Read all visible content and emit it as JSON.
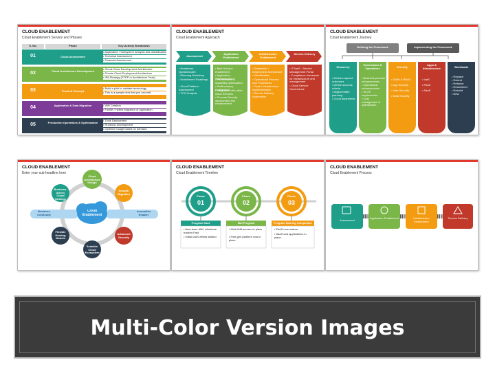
{
  "colors": {
    "teal": "#1f9e89",
    "green": "#7ab648",
    "orange": "#f39c12",
    "crimson": "#c0392b",
    "purple": "#7d3c98",
    "navy": "#2c3e50",
    "gray": "#808080"
  },
  "slide1": {
    "title": "CLOUD ENABLEMENT",
    "subtitle": "Cloud Enablement Service and Phases",
    "headers": [
      "S. No.",
      "Phase",
      "Key Activity Breakdown"
    ],
    "rows": [
      {
        "no": "01",
        "phase": "Cloud Assessment",
        "acts": [
          "Application / Subsystem analysis and classification",
          "Technical Assessment",
          "Financial Assessment"
        ]
      },
      {
        "no": "02",
        "phase": "Cloud Architecture Development",
        "acts": [
          "Cloud-Cloud Development Architecture",
          "Private Cloud Deployment Architecture",
          "IPA Strategy (STEP or Architecture Tools)"
        ]
      },
      {
        "no": "03",
        "phase": "Proof of Concept",
        "acts": [
          "Build a pilot to validate technology",
          "This is a sample text that you can edit"
        ]
      },
      {
        "no": "04",
        "phase": "Application & Data Migration",
        "acts": [
          "VMI Creation",
          "Forklift / Hybrid Migration of application"
        ]
      },
      {
        "no": "05",
        "phase": "Production Operations & Optimization",
        "acts": [
          "Tools Deployment",
          "Runbook Development",
          "Optimize usage based on demand"
        ]
      }
    ]
  },
  "slide2": {
    "title": "CLOUD ENABLEMENT",
    "subtitle": "Cloud Enablement Approach",
    "steps": [
      {
        "label": "Assessment",
        "items": [
          "Readiness Questionnaire",
          "Planning Workshop",
          "Enablement Roadmap",
          "Cloud Platform Assessment",
          "TCO Analysis"
        ]
      },
      {
        "label": "Application Enablement",
        "items": [
          "Best fit cloud enablement",
          "Application Standardization",
          "Performance & scalability optimization",
          "Multi-tenancy enablement",
          "Integration with other cloud Services",
          "Process Security assessment and enhancement"
        ]
      },
      {
        "label": "Infrastructure Enablement",
        "items": [
          "Datacenter / Deployment Architecture",
          "Virtualization",
          "Operational Process and Procedures",
          "Tools / Infrastructure implementation",
          "Service Delivery Automation"
        ]
      },
      {
        "label": "Service Delivery",
        "items": [
          "ITSaaS - Service Management Portal",
          "Compliance framework for infrastructure and management",
          "Cloud Service Governance"
        ]
      }
    ]
  },
  "slide3": {
    "title": "CLOUD ENABLEMENT",
    "subtitle": "Cloud Enablement Journey",
    "top_left": "Defining the Framework",
    "top_right": "Implementing the Framework",
    "cols": [
      {
        "label": "Discovery",
        "items": [
          "Define required outcomes",
          "Define success criteria",
          "Digital estate planning",
          "Cloud awareness"
        ]
      },
      {
        "label": "Governance & Operations",
        "items": [
          "Business process enhancements",
          "Operational enhancements",
          "SLOS requirements",
          "Cost management & optimization"
        ]
      },
      {
        "label": "Security",
        "items": [
          "IDAM & RBAC",
          "App Security",
          "Infra Security",
          "Data Security"
        ]
      },
      {
        "label": "Apps & Infrastructure",
        "items": [
          "IaaS",
          "PaaS",
          "SaaS"
        ]
      },
      {
        "label": "Workloads",
        "items": [
          "Replace",
          "Extend",
          "Refactor",
          "Rearchitect",
          "Rebuild",
          "New"
        ]
      }
    ]
  },
  "slide4": {
    "title": "CLOUD ENABLEMENT",
    "subtitle": "Enter your sub headline here",
    "center": "Cloud Enablement",
    "nodes": [
      "Cloud Architecture Design",
      "Smooth Migration",
      "Innovation Enabler",
      "Advanced Security",
      "Scalable Cloud Ecosystem",
      "Flexible Hosting Models",
      "Business Continuity",
      "Business-driven Cloud Strategy"
    ]
  },
  "slide5": {
    "title": "CLOUD ENABLEMENT",
    "subtitle": "Cloud Enablement Timeline",
    "phases": [
      {
        "label": "Phase",
        "num": "01",
        "head": "Program Start",
        "items": [
          "New team IAM, milestone tracked Fast",
          "Initial IAAS efforts started"
        ]
      },
      {
        "label": "Phase",
        "num": "02",
        "head": "Mid Program",
        "items": [
          "Multi IAM servers in place",
          "First-gen platform now in place"
        ]
      },
      {
        "label": "Phase",
        "num": "03",
        "head": "Program Nearing Completion",
        "items": [
          "PaaS now mature",
          "SaaS and applications in place"
        ]
      }
    ]
  },
  "slide6": {
    "title": "CLOUD ENABLEMENT",
    "subtitle": "Cloud Enablement Process",
    "steps": [
      "Assessment",
      "Application Enablement",
      "Infrastructure Enablement",
      "Service Delivery"
    ]
  },
  "banner": {
    "text": "Multi-Color Version Images"
  }
}
